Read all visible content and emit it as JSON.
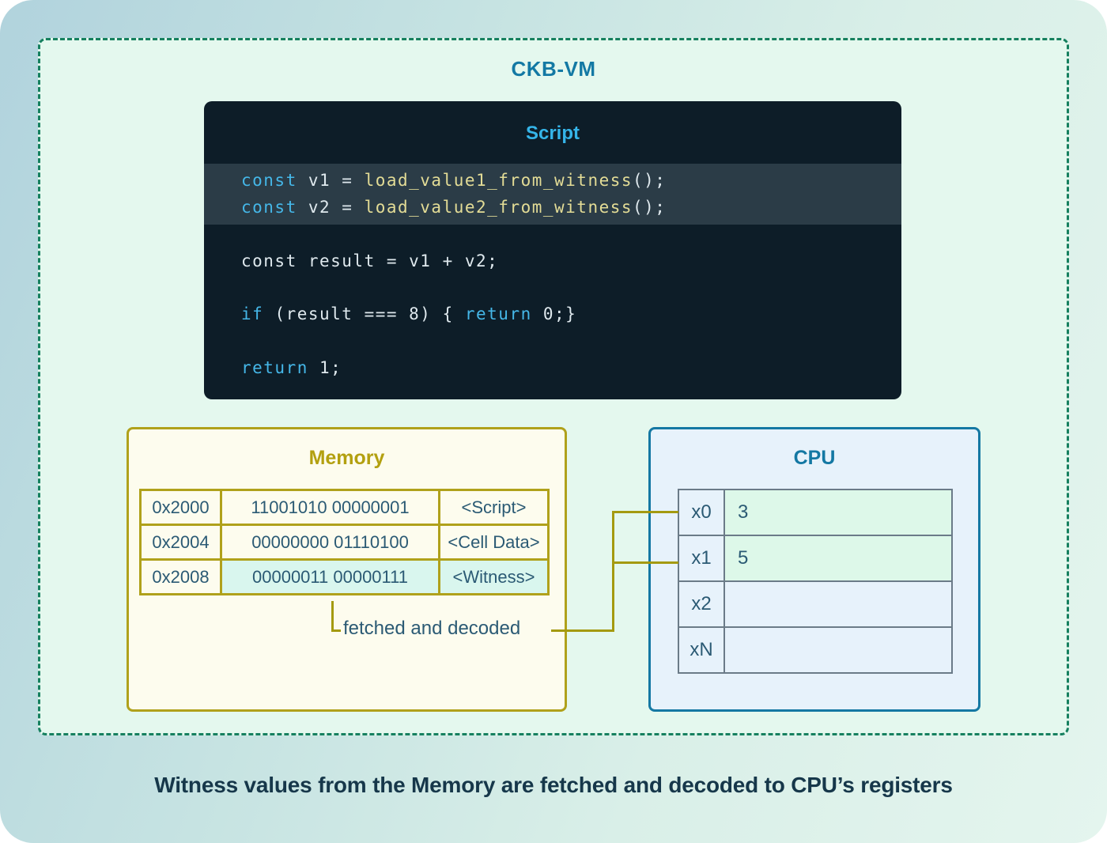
{
  "diagram": {
    "title": "CKB-VM",
    "caption": "Witness values from the Memory are fetched and decoded to CPU’s registers",
    "connector_label": "fetched and decoded"
  },
  "script_block": {
    "title": "Script",
    "lines": [
      {
        "highlight": true,
        "tokens": [
          {
            "c": "kw",
            "t": "const"
          },
          {
            "c": "plain",
            "t": " v1 = "
          },
          {
            "c": "fn",
            "t": "load_value1_from_witness"
          },
          {
            "c": "plain",
            "t": "();"
          }
        ]
      },
      {
        "highlight": true,
        "tokens": [
          {
            "c": "kw",
            "t": "const"
          },
          {
            "c": "plain",
            "t": " v2 = "
          },
          {
            "c": "fn",
            "t": "load_value2_from_witness"
          },
          {
            "c": "plain",
            "t": "();"
          }
        ]
      },
      {
        "highlight": false,
        "tokens": [
          {
            "c": "plain",
            "t": "const result = v1 + v2;"
          }
        ]
      },
      {
        "highlight": false,
        "tokens": [
          {
            "c": "kw",
            "t": "if"
          },
          {
            "c": "plain",
            "t": " (result === 8) { "
          },
          {
            "c": "kw",
            "t": "return"
          },
          {
            "c": "plain",
            "t": " 0;}"
          }
        ]
      },
      {
        "highlight": false,
        "tokens": [
          {
            "c": "kw",
            "t": "return"
          },
          {
            "c": "plain",
            "t": " 1;"
          }
        ]
      }
    ]
  },
  "memory": {
    "title": "Memory",
    "rows": [
      {
        "address": "0x2000",
        "value": "11001010 00000001",
        "label": "<Script>",
        "highlight": false
      },
      {
        "address": "0x2004",
        "value": "00000000 01110100",
        "label": "<Cell Data>",
        "highlight": false
      },
      {
        "address": "0x2008",
        "value": "00000011 00000111",
        "label": "<Witness>",
        "highlight": true
      }
    ]
  },
  "cpu": {
    "title": "CPU",
    "registers": [
      {
        "name": "x0",
        "value": "3",
        "highlight": true
      },
      {
        "name": "x1",
        "value": "5",
        "highlight": true
      },
      {
        "name": "x2",
        "value": "",
        "highlight": false
      },
      {
        "name": "xN",
        "value": "",
        "highlight": false
      }
    ]
  },
  "colors": {
    "accent_blue": "#1379a4",
    "accent_gold": "#b3a010",
    "dashed_border_green": "#16805f",
    "code_background": "#0d1d28",
    "code_keyword": "#45b7e8",
    "code_function": "#e3dc96",
    "code_text": "#dfe9ee",
    "highlight_mint": "#d9f6ee",
    "connector_olive": "#a49a10",
    "cell_text": "#2b5a74",
    "caption_text": "#16374a"
  }
}
